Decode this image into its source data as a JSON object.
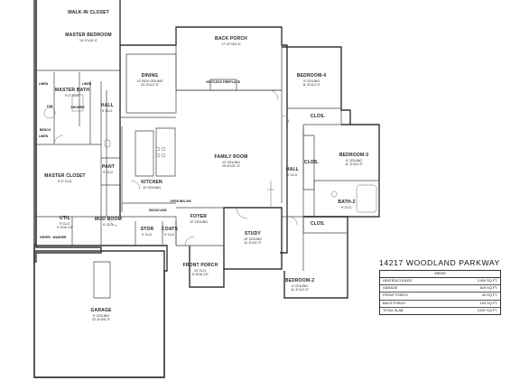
{
  "plan_name": "14217 WOODLAND PARKWAY",
  "areas_table": {
    "header": "AREAS",
    "rows": [
      {
        "label": "HEATED/COOLED",
        "value": "2,400 SQ.FT."
      },
      {
        "label": "GARAGE",
        "value": "619 SQ.FT."
      },
      {
        "label": "FRONT PORCH",
        "value": "45 SQ.FT."
      },
      {
        "label": "BACK PORCH",
        "value": "193 SQ.FT."
      },
      {
        "label": "TOTAL SLAB",
        "value": "3,257 SQ.FT."
      }
    ]
  },
  "rooms": {
    "master_bedroom": {
      "name": "MASTER BEDROOM",
      "size": "14'-0\"x15'-0\""
    },
    "master_bath": {
      "name": "MASTER BATH",
      "size": "9'-0\" CLG."
    },
    "master_closet": {
      "name": "MASTER CLOSET",
      "size": "9'-0\" CLG."
    },
    "dining": {
      "name": "DINING",
      "ceiling": "10' BOX CEILING",
      "size": "13'-3\"x12'-0\""
    },
    "kitchen": {
      "name": "KITCHEN",
      "ceiling": "10' CEILING"
    },
    "back_porch": {
      "name": "BACK PORCH",
      "size": "17'-11\"x10'-0\""
    },
    "family_room": {
      "name": "FAMILY ROOM",
      "ceiling": "12' CEILING",
      "size": "19'-6\"x21'-0\""
    },
    "bedroom_4": {
      "name": "BEDROOM-4",
      "ceiling": "9' CEILING",
      "size": "11'-6\"x12'-0\""
    },
    "bedroom_3": {
      "name": "BEDROOM-3",
      "ceiling": "9' CEILING",
      "size": "11'-3\"x12'-0\""
    },
    "bedroom_2": {
      "name": "BEDROOM-2",
      "ceiling": "9' CEILING",
      "size": "11'-6\"x12'-0\""
    },
    "study": {
      "name": "STUDY",
      "ceiling": "10' CEILING",
      "size": "11'-6\"x11'-0\""
    },
    "foyer": {
      "name": "FOYER",
      "ceiling": "12' CEILING"
    },
    "front_porch": {
      "name": "FRONT PORCH",
      "ceiling": "10' CLG.",
      "size": "6'-8\"x6'-10\""
    },
    "garage": {
      "name": "GARAGE",
      "ceiling": "9' CEILING",
      "size": "22'-6\"x26'-0\""
    },
    "utility": {
      "name": "UTIL",
      "ceiling": "9' CLG.",
      "size": "9'-4\"x6'-10\""
    },
    "mud_room": {
      "name": "MUD ROOM",
      "ceiling": "9' CLG."
    },
    "pantry": {
      "name": "PANT",
      "ceiling": "9' CLG."
    },
    "bath_2": {
      "name": "BATH-2",
      "ceiling": "9' CLG."
    },
    "hall_1": {
      "name": "HALL",
      "ceiling": "9' CLG."
    },
    "hall_2": {
      "name": "HALL",
      "ceiling": "9' CLG."
    },
    "storage": {
      "name": "STOR",
      "ceiling": "9' CLG."
    },
    "coats": {
      "name": "COATS",
      "ceiling": "9' CLG."
    },
    "closet_1": {
      "name": "CLOS."
    },
    "closet_2": {
      "name": "CLOS."
    },
    "closet_3": {
      "name": "CLOS."
    },
    "walk_in_closet": {
      "name": "WALK-IN CLOSET"
    }
  },
  "fixtures": {
    "fireplace": "VENTLESS FIREPLACE",
    "linen_1": "LINEN",
    "linen_2": "LINEN",
    "linen_3": "LINEN",
    "shower": "SHOWER",
    "tub": "TUB",
    "dryer": "DRYER",
    "washer": "WASHER",
    "open_below": "OPEN BELOW",
    "bench": "BENCH",
    "bookcase": "BOOKCASE"
  },
  "colors": {
    "line": "#2a2a2a",
    "wall": "#333333",
    "paper": "#ffffff"
  }
}
